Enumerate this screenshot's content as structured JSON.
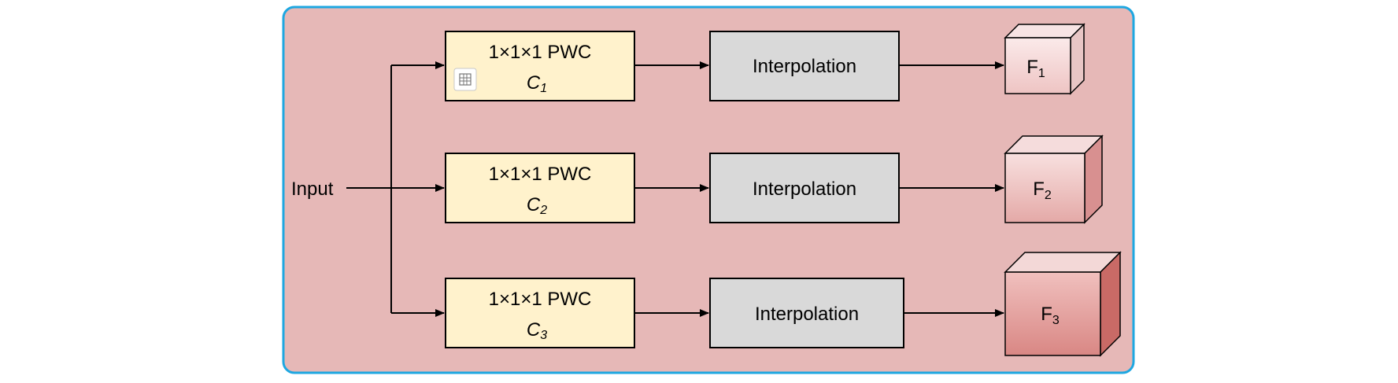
{
  "input_label": "Input",
  "branches": [
    {
      "pwc_label": "1×1×1 PWC",
      "conv": "C",
      "conv_sub": "1",
      "interp_label": "Interpolation",
      "out": "F",
      "out_sub": "1"
    },
    {
      "pwc_label": "1×1×1 PWC",
      "conv": "C",
      "conv_sub": "2",
      "interp_label": "Interpolation",
      "out": "F",
      "out_sub": "2"
    },
    {
      "pwc_label": "1×1×1 PWC",
      "conv": "C",
      "conv_sub": "3",
      "interp_label": "Interpolation",
      "out": "F",
      "out_sub": "3"
    }
  ],
  "colors": {
    "panel_fill": "#e6b8b7",
    "panel_border": "#1ea7e1",
    "pwc_fill": "#fff2cc",
    "interp_fill": "#d9d9d9",
    "cube_front_light": "#f6dddd",
    "cube_front_dark": "#e19b99"
  },
  "small_icon": "grid-select-icon"
}
